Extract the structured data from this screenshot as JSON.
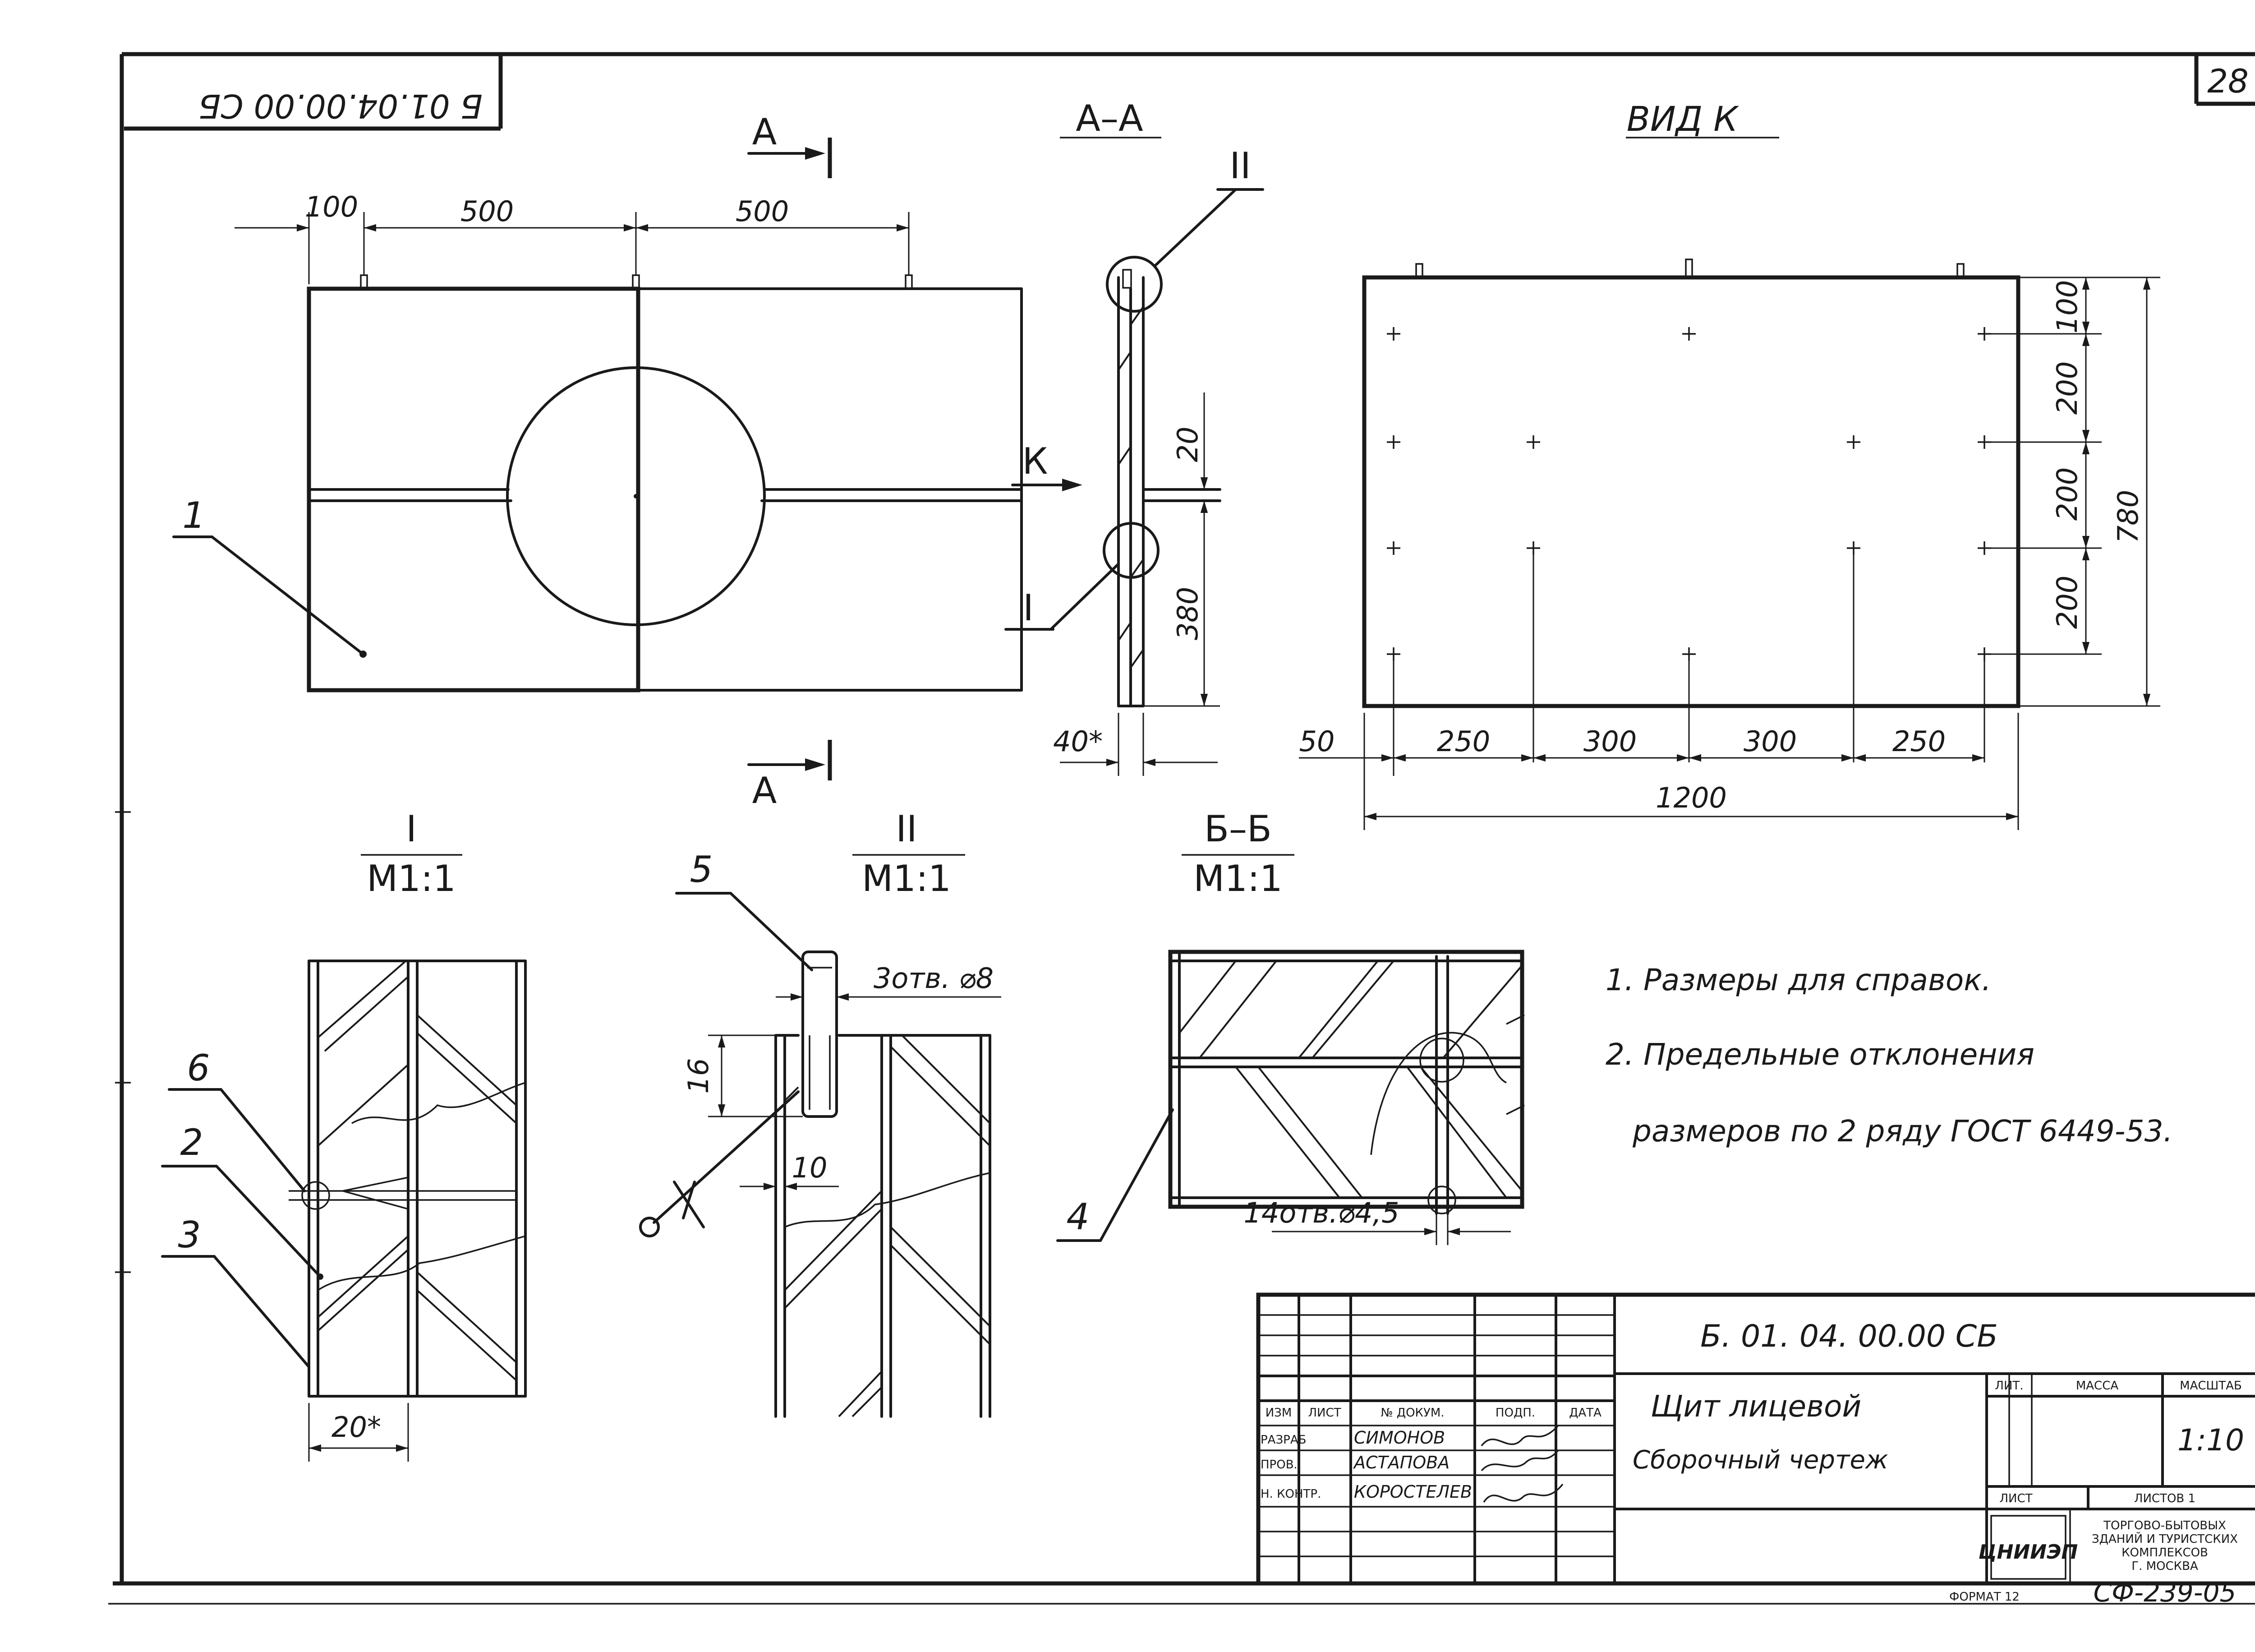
{
  "sheet": {
    "mirror_code": "Б 01.04.00.00 СБ",
    "sheet_no": "28",
    "format": "ФОРМАТ 12",
    "archive_code": "СФ-239-05"
  },
  "views": {
    "section_a_arrow": "А",
    "section_aa": "А–А",
    "view_k": "ВИД К",
    "detail1_num": "I",
    "detail2_num": "II",
    "section_bb": "Б–Б",
    "scale": "М1:1",
    "k_arrow": "К",
    "callout_roman1": "I",
    "callout_roman2": "II"
  },
  "dims": {
    "top_100": "100",
    "top_500a": "500",
    "top_500b": "500",
    "aa_20": "20",
    "aa_380": "380",
    "aa_40": "40*",
    "k_100": "100",
    "k_200a": "200",
    "k_200b": "200",
    "k_200c": "200",
    "k_780": "780",
    "k_50": "50",
    "k_250a": "250",
    "k_300a": "300",
    "k_300b": "300",
    "k_250b": "250",
    "k_1200": "1200",
    "d1_20": "20*",
    "d2_holes": "3отв. ⌀8",
    "d2_16": "16",
    "d2_10": "10",
    "bb_holes": "14отв.⌀4,5"
  },
  "positions": {
    "p1": "1",
    "p2": "2",
    "p3": "3",
    "p4": "4",
    "p5": "5",
    "p6": "6"
  },
  "notes": [
    "1. Размеры для справок.",
    "2. Предельные отклонения",
    "размеров по 2 ряду ГОСТ 6449-53."
  ],
  "title_block": {
    "designation": "Б. 01. 04. 00.00 СБ",
    "name_line1": "Щит лицевой",
    "name_line2": "Сборочный чертеж",
    "col_izm": "ИЗМ",
    "col_list": "ЛИСТ",
    "col_doc": "№ ДОКУМ.",
    "col_podp": "ПОДП.",
    "col_date": "ДАТА",
    "row_razrab": "РАЗРАБ",
    "row_prov": "ПРОВ.",
    "row_nkontr": "Н. КОНТР.",
    "name_razrab": "СИМОНОВ",
    "name_prov": "АСТАПОВА",
    "name_nkontr": "КОРОСТЕЛЕВ",
    "lit": "ЛИТ.",
    "massa": "МАССА",
    "masshtab": "МАСШТАБ",
    "scale_value": "1:10",
    "list": "ЛИСТ",
    "listov": "ЛИСТОВ 1",
    "org_logo": "ЦНИИЭП",
    "org_line1": "ТОРГОВО-БЫТОВЫХ",
    "org_line2": "ЗДАНИЙ И ТУРИСТСКИХ",
    "org_line3": "КОМПЛЕКСОВ",
    "org_line4": "Г. МОСКВА"
  }
}
